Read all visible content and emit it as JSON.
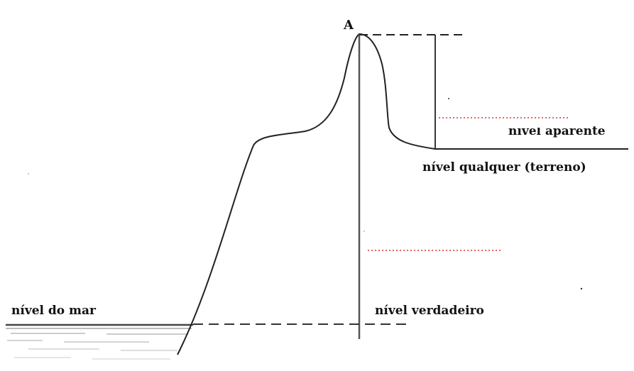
{
  "diagram": {
    "point_label": "A",
    "labels": {
      "sea_level": "nível do mar",
      "true_level": "nível verdadeiro",
      "apparent_level": "nível aparente",
      "ground_level": "nível qualquer (terreno)"
    },
    "answer_blanks": 2,
    "colors": {
      "line": "#111111",
      "blank_dots": "#e03030",
      "water": "#555555"
    }
  }
}
